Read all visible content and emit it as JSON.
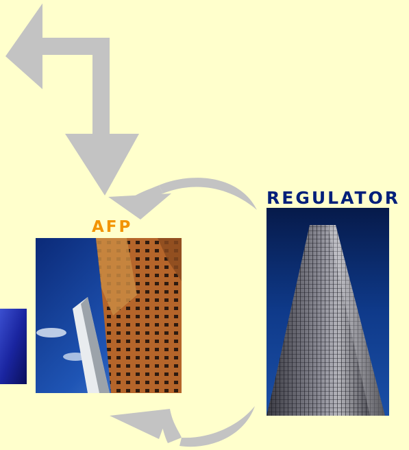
{
  "labels": {
    "afp": "AFP",
    "regulator": "REGULATOR"
  },
  "colors": {
    "background": "#FFFFCC",
    "arrow_gray": "#C3C3C3",
    "afp_label": "#F29400",
    "regulator_label": "#001F7A"
  },
  "nodes": [
    {
      "id": "afp",
      "image": "office-tower-brown-photo"
    },
    {
      "id": "regulator",
      "image": "skyscraper-glass-photo"
    },
    {
      "id": "left-partial",
      "image": "blue-gradient-box"
    }
  ],
  "arrows": [
    {
      "name": "bent-double-arrow",
      "direction": "top-left-and-down"
    },
    {
      "name": "curved-arrow-upper",
      "direction": "regulator-to-afp"
    },
    {
      "name": "curved-arrow-lower",
      "direction": "bottom-return"
    }
  ]
}
